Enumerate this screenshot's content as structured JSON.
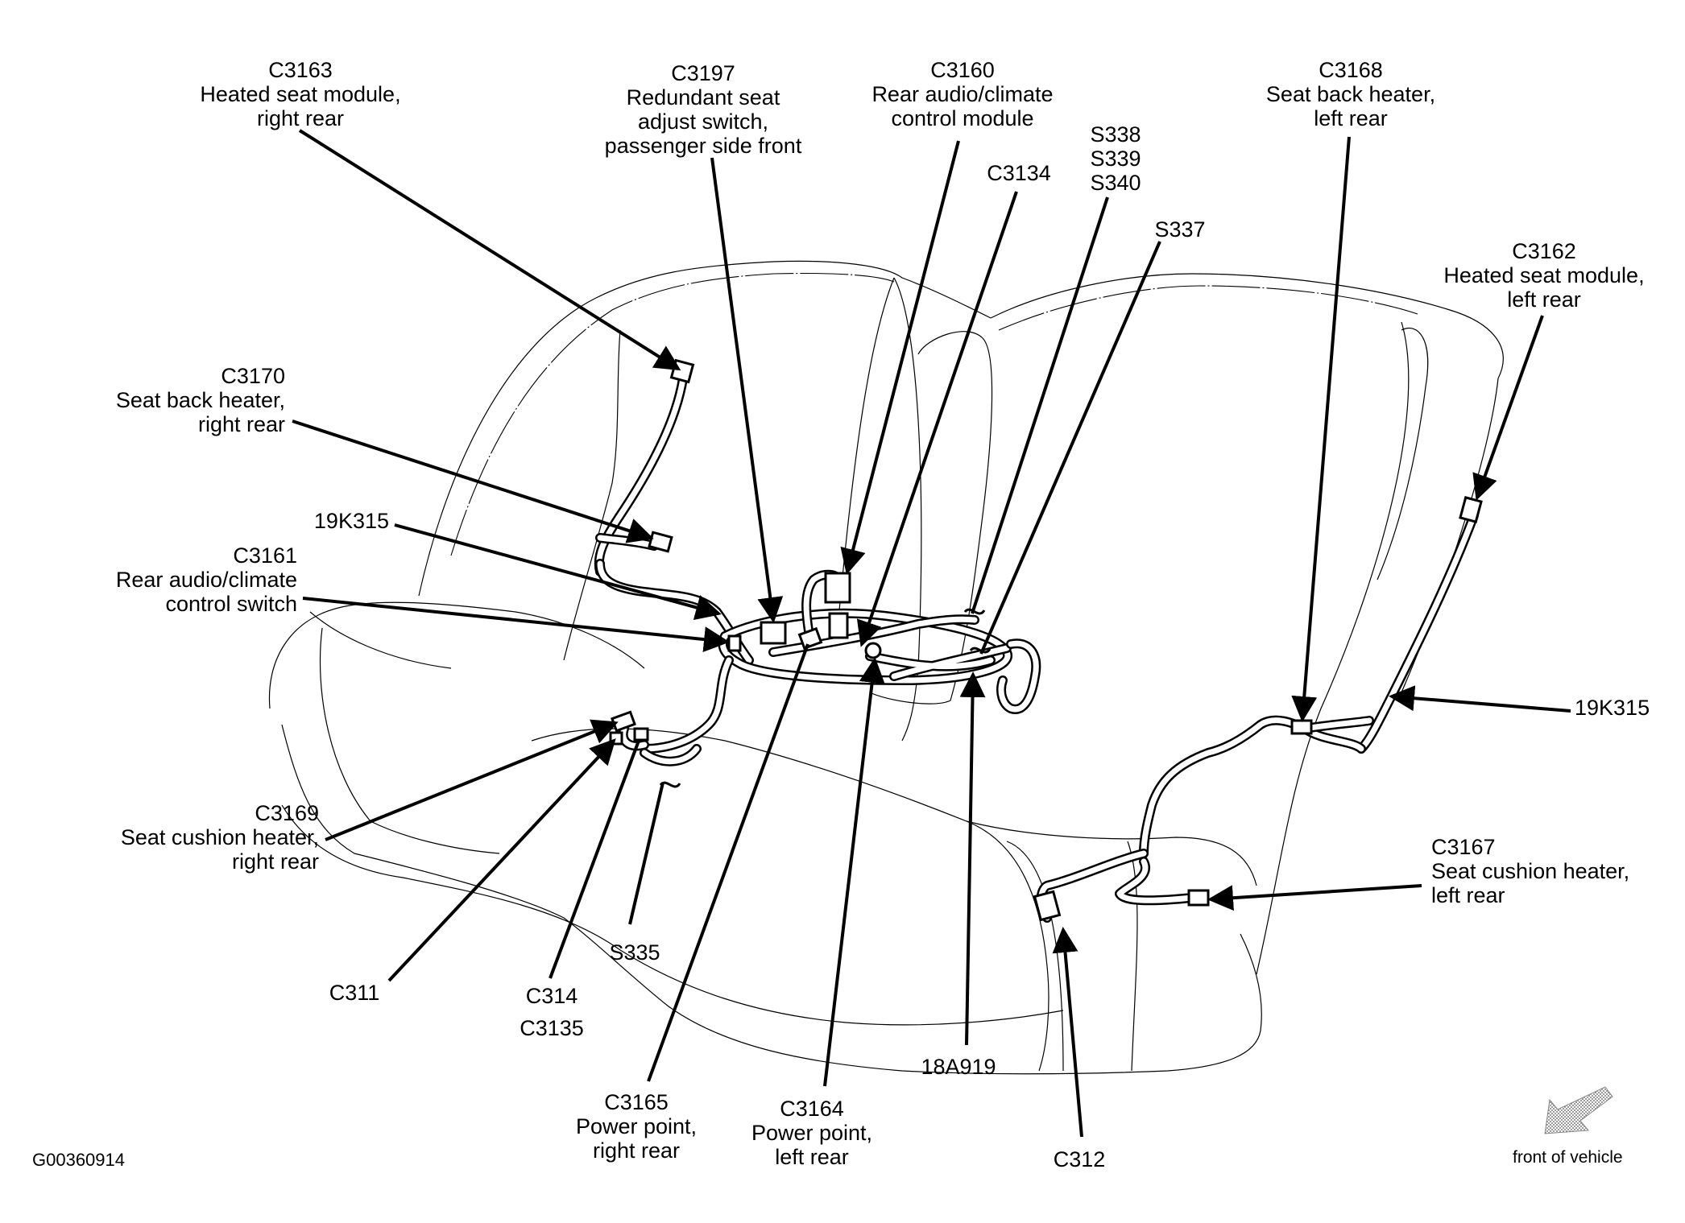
{
  "figure_id": "G00360914",
  "orientation": {
    "label": "front of vehicle",
    "icon": "front-of-vehicle-arrow-icon"
  },
  "callouts": {
    "c3163": {
      "code": "C3163",
      "desc": [
        "Heated seat module,",
        "right rear"
      ]
    },
    "c3197": {
      "code": "C3197",
      "desc": [
        "Redundant seat",
        "adjust switch,",
        "passenger side front"
      ]
    },
    "c3160": {
      "code": "C3160",
      "desc": [
        "Rear audio/climate",
        "control module"
      ]
    },
    "c3134": {
      "code": "C3134"
    },
    "splices_top": {
      "codes": [
        "S338",
        "S339",
        "S340"
      ]
    },
    "s337": {
      "code": "S337"
    },
    "c3168": {
      "code": "C3168",
      "desc": [
        "Seat back heater,",
        "left rear"
      ]
    },
    "c3162": {
      "code": "C3162",
      "desc": [
        "Heated seat module,",
        "left rear"
      ]
    },
    "c3170": {
      "code": "C3170",
      "desc": [
        "Seat back heater,",
        "right rear"
      ]
    },
    "harness_19k315_left": {
      "code": "19K315"
    },
    "c3161": {
      "code": "C3161",
      "desc": [
        "Rear audio/climate",
        "control switch"
      ]
    },
    "harness_19k315_right": {
      "code": "19K315"
    },
    "c3169": {
      "code": "C3169",
      "desc": [
        "Seat cushion heater,",
        "right rear"
      ]
    },
    "c311": {
      "code": "C311"
    },
    "c314": {
      "codes": [
        "C314",
        "C3135"
      ]
    },
    "s335": {
      "code": "S335"
    },
    "c3165": {
      "code": "C3165",
      "desc": [
        "Power point,",
        "right rear"
      ]
    },
    "c3164": {
      "code": "C3164",
      "desc": [
        "Power point,",
        "left rear"
      ]
    },
    "harness_18a919": {
      "code": "18A919"
    },
    "c312": {
      "code": "C312"
    },
    "c3167": {
      "code": "C3167",
      "desc": [
        "Seat cushion heater,",
        "left rear"
      ]
    }
  }
}
